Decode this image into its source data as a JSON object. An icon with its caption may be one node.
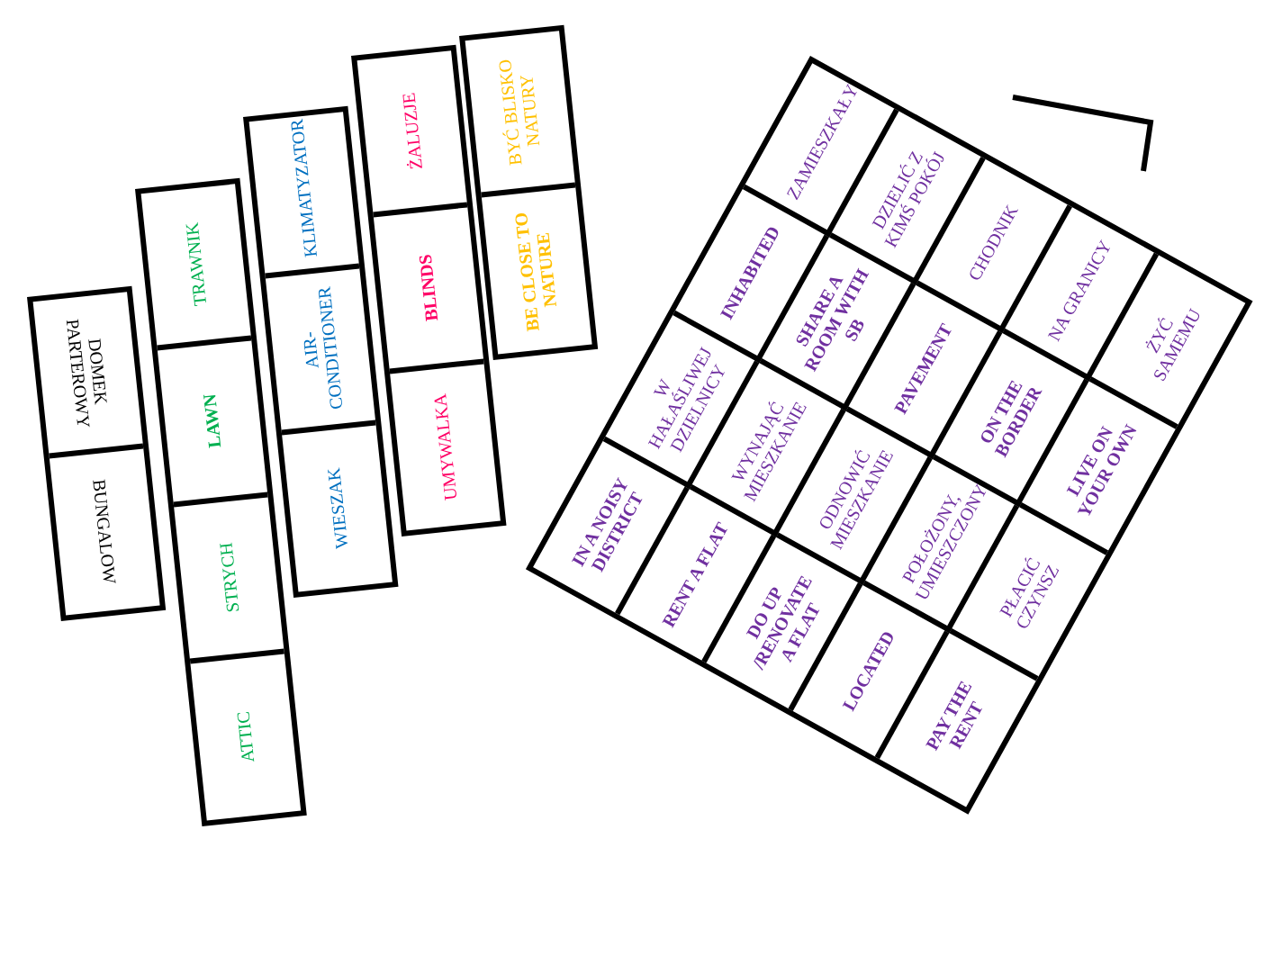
{
  "diagram": {
    "nodes": [
      {
        "text": [],
        "shape": "box"
      },
      {
        "text": [
          "DOMEK PARTEROWY"
        ],
        "in": 0
      },
      {
        "text": [
          "BUNGALOW"
        ],
        "in": 0
      },
      {
        "text": [],
        "shape": "box"
      },
      {
        "text": [
          "TRAWNIK"
        ],
        "in": 3
      },
      {
        "text": [
          "LAWN"
        ],
        "in": 3
      },
      {
        "text": [
          "STRYCH"
        ],
        "in": 3
      },
      {
        "text": [
          "ATTIC"
        ],
        "in": 3
      },
      {
        "text": [],
        "shape": "box"
      },
      {
        "text": [
          "KLIMATYZATOR"
        ],
        "in": 8
      },
      {
        "text": [
          "AIR-CONDITIONER"
        ],
        "in": 8
      },
      {
        "text": [
          "WIESZAK"
        ],
        "in": 8
      },
      {
        "text": [],
        "shape": "box"
      },
      {
        "text": [
          "ŻALUZJE"
        ],
        "in": 12
      },
      {
        "text": [
          "BLINDS"
        ],
        "in": 12
      },
      {
        "text": [
          "UMYWALKA"
        ],
        "in": 12
      },
      {
        "text": [],
        "shape": "box"
      },
      {
        "text": [
          "BYĆ BLISKO NATURY"
        ],
        "in": 16
      },
      {
        "text": [
          "BE CLOSE TO NATURE"
        ],
        "in": 16
      },
      {
        "text": [],
        "shape": "box"
      },
      {
        "text": [
          "ZAMIESZKAŁY"
        ],
        "in": 19
      },
      {
        "text": [
          "DZIELIĆ Z KIMŚ POKÓJ"
        ],
        "in": 19
      },
      {
        "text": [
          "CHODNIK"
        ],
        "in": 19
      },
      {
        "text": [
          "NA GRANICY"
        ],
        "in": 19
      },
      {
        "text": [
          "ŻYĆ SAMEMU"
        ],
        "in": 19
      },
      {
        "text": [
          "INHABITED"
        ],
        "in": 19
      },
      {
        "text": [
          "SHARE A ROOM WITH SB"
        ],
        "in": 19
      },
      {
        "text": [
          "PAVEMENT"
        ],
        "in": 19
      },
      {
        "text": [
          "ON THE BORDER"
        ],
        "in": 19
      },
      {
        "text": [
          "LIVE ON YOUR OWN"
        ],
        "in": 19
      },
      {
        "text": [
          "W HAŁAŚLIWEJ DZIELNICY"
        ],
        "in": 19
      },
      {
        "text": [
          "WYNAJĄĆ MIESZKANIE"
        ],
        "in": 19
      },
      {
        "text": [
          "ODNOWIĆ MIESZKANIE"
        ],
        "in": 19
      },
      {
        "text": [
          "POŁOŻONY, UMIESZCZONY"
        ],
        "in": 19
      },
      {
        "text": [
          "PŁACIĆ CZYNSZ"
        ],
        "in": 19
      },
      {
        "text": [
          "IN A NOISY DISTRICT"
        ],
        "in": 19
      },
      {
        "text": [
          "RENT A FLAT"
        ],
        "in": 19
      },
      {
        "text": [
          "DO UP /RENOVATE A FLAT"
        ],
        "in": 19
      },
      {
        "text": [
          "LOCATED"
        ],
        "in": 19
      },
      {
        "text": [
          "PAY THE RENT"
        ],
        "in": 19
      }
    ]
  }
}
